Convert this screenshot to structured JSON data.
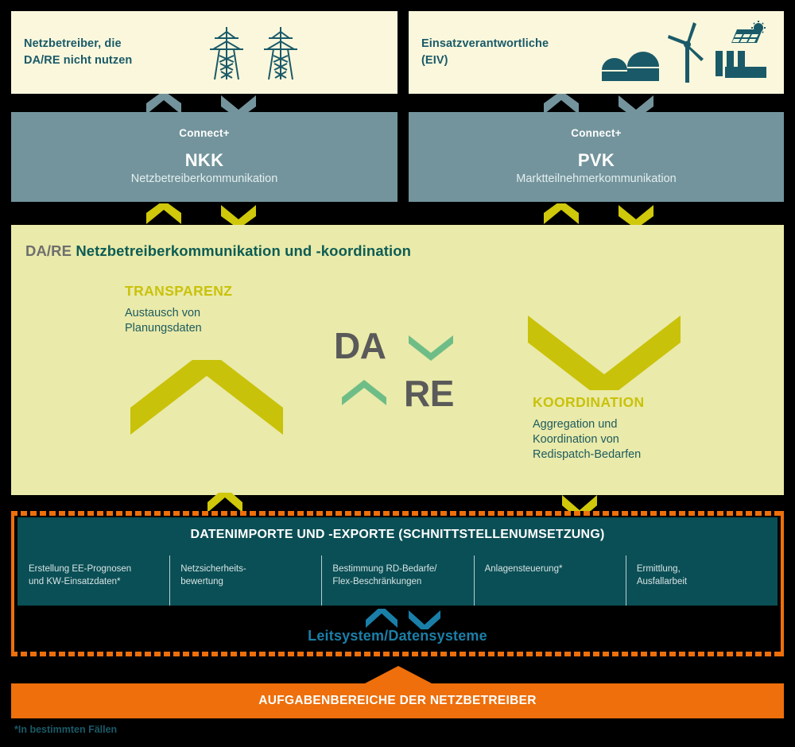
{
  "diagram": {
    "title": "DA/RE Netzbetreiberkommunikation und -koordination",
    "colors": {
      "cream": "#faf7dc",
      "steel_blue": "#73949c",
      "lime": "#eaeaaa",
      "olive": "#c9c20a",
      "dark_teal": "#0a4f55",
      "orange": "#ee6f0b",
      "blue_text": "#1a7fa8",
      "green_chevron": "#6fbd86",
      "gray_logo": "#5a5a5a"
    }
  },
  "row_actors": {
    "left": {
      "label": "Netzbetreiber, die\nDA/RE nicht nutzen",
      "icons": [
        "power-pylon-icon",
        "power-pylon-icon"
      ]
    },
    "right": {
      "label": "Einsatzverantwortliche\n(EIV)",
      "icons": [
        "biogas-dome-icon",
        "wind-turbine-icon",
        "solar-panel-icon",
        "factory-icon"
      ]
    }
  },
  "row_connect": {
    "left": {
      "connect": "Connect+",
      "code": "NKK",
      "sub": "Netzbetreiberkommunikation"
    },
    "right": {
      "connect": "Connect+",
      "code": "PVK",
      "sub": "Marktteilnehmerkommunikation"
    }
  },
  "main": {
    "heading_prefix": "DA/RE",
    "heading_rest": "Netzbetreiberkommunikation und -koordination",
    "transparenz": {
      "title": "TRANSPARENZ",
      "text": "Austausch von\nPlanungsdaten"
    },
    "koordination": {
      "title": "KOORDINATION",
      "text": "Aggregation und\nKoordination von\nRedispatch-Bedarfen"
    },
    "logo": {
      "da": "DA",
      "re": "RE"
    }
  },
  "imports": {
    "title": "DATENIMPORTE UND -EXPORTE (SCHNITTSTELLENUMSETZUNG)",
    "columns": [
      "Erstellung EE-Prognosen\nund KW-Einsatzdaten*",
      "Netzsicherheits-\nbewertung",
      "Bestimmung RD-Bedarfe/\nFlex-Beschränkungen",
      "Anlagensteuerung*",
      "Ermittlung,\nAusfallarbeit"
    ],
    "leitsystem": "Leitsystem/Datensysteme"
  },
  "bottom": {
    "bar_label": "AUFGABENBEREICHE DER NETZBETREIBER",
    "footnote": "*In bestimmten Fällen"
  }
}
